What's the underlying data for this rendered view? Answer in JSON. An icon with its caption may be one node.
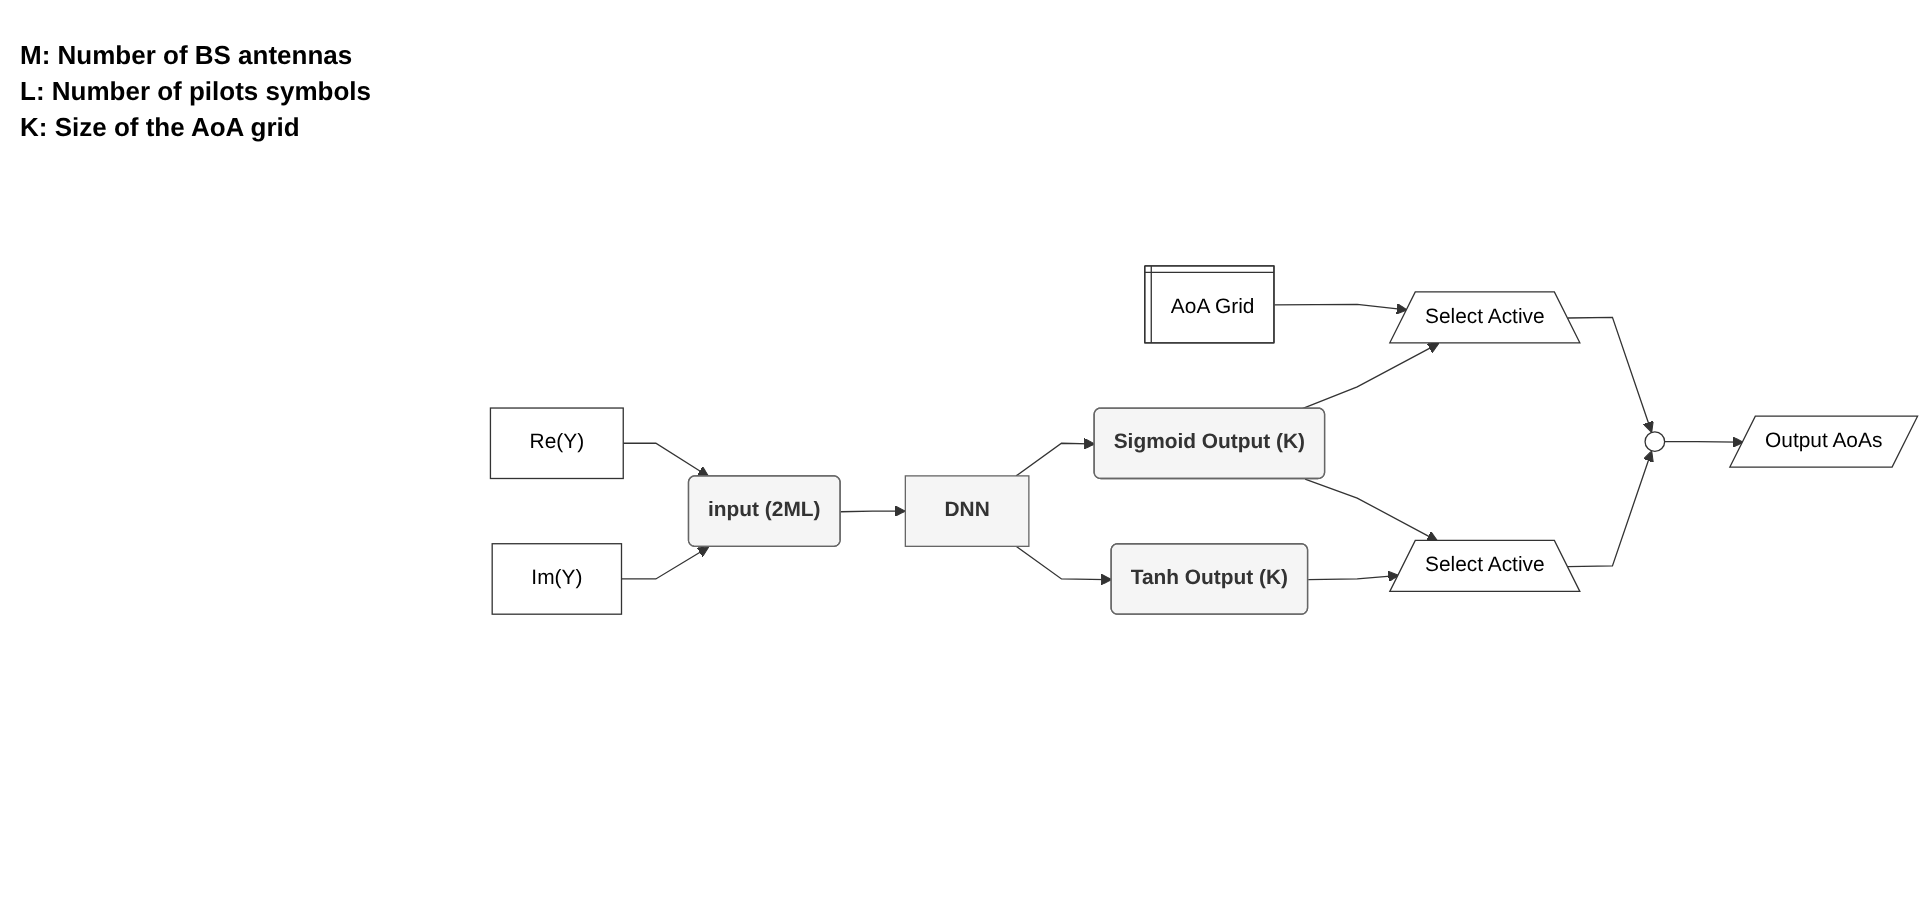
{
  "diagram": {
    "nodes": [
      {
        "text": [
          "Re(Y)"
        ]
      },
      {
        "text": [
          "Im(Y)"
        ]
      },
      {
        "text": [
          "input (2ML)"
        ]
      },
      {
        "text": [
          "DNN"
        ]
      },
      {
        "text": [
          "Sigmoid Output (K)"
        ]
      },
      {
        "text": [
          "Tanh Output (K)"
        ]
      },
      {
        "text": [
          "AoA Grid"
        ]
      },
      {
        "text": [
          "Select Active"
        ]
      },
      {
        "text": [
          "Select Active"
        ]
      },
      {
        "text": [],
        "shape": "circle"
      },
      {
        "text": [
          "Output AoAs"
        ]
      }
    ],
    "edges": [
      {
        "from": 0,
        "to": 2,
        "arrow": "to"
      },
      {
        "from": 1,
        "to": 2,
        "arrow": "to"
      },
      {
        "from": 2,
        "to": 3,
        "arrow": "to"
      },
      {
        "from": 3,
        "to": 4,
        "arrow": "to"
      },
      {
        "from": 3,
        "to": 5,
        "arrow": "to"
      },
      {
        "from": 6,
        "to": 7,
        "arrow": "to"
      },
      {
        "from": 4,
        "to": 7,
        "arrow": "to"
      },
      {
        "from": 4,
        "to": 8,
        "arrow": "to"
      },
      {
        "from": 5,
        "to": 8,
        "arrow": "to"
      },
      {
        "from": 7,
        "to": 9,
        "arrow": "to"
      },
      {
        "from": 8,
        "to": 9,
        "arrow": "to"
      },
      {
        "from": 9,
        "to": 10,
        "arrow": "to"
      }
    ],
    "labels": [
      "M: Number of BS antennas",
      "L: Number of pilots symbols",
      "K: Size of the AoA grid"
    ]
  }
}
